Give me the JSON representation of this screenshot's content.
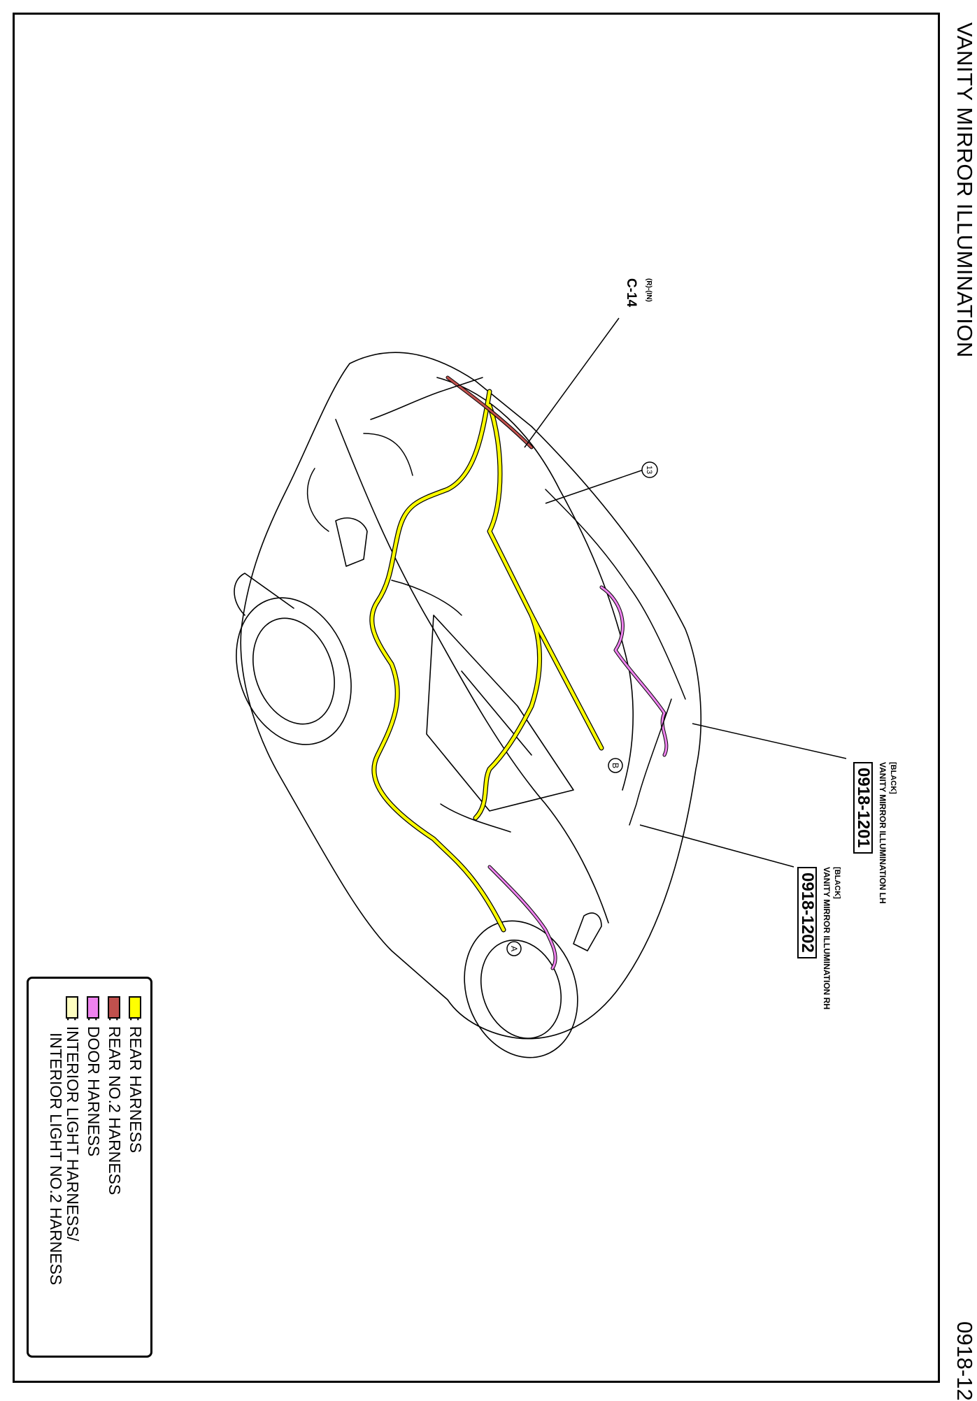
{
  "header": {
    "title": "VANITY MIRROR ILLUMINATION",
    "page_number": "0918-12"
  },
  "connectors": [
    {
      "tag": "[BLACK]",
      "name": "VANITY MIRROR ILLUMINATION LH",
      "code": "0918-1201"
    },
    {
      "tag": "[BLACK]",
      "name": "VANITY MIRROR ILLUMINATION RH",
      "code": "0918-1202"
    }
  ],
  "callouts": {
    "c14_tag": "(R)-(IN)",
    "c14_code": "C-14",
    "ground_number": "13",
    "marker_a": "A",
    "marker_b": "B"
  },
  "legend": [
    {
      "label": ": REAR HARNESS",
      "color": "#ffff00"
    },
    {
      "label": ": REAR NO.2 HARNESS",
      "color": "#c0504d"
    },
    {
      "label": ": DOOR HARNESS",
      "color": "#ee82ee"
    },
    {
      "label": ": INTERIOR LIGHT HARNESS/",
      "color": "#ffffc0"
    },
    {
      "label": "INTERIOR LIGHT NO.2 HARNESS",
      "color": ""
    }
  ],
  "colors": {
    "rear_harness": "#ffff00",
    "rear_no2_harness": "#c0504d",
    "door_harness": "#ee82ee",
    "interior_light_harness": "#ffffc0",
    "line": "#000000"
  }
}
